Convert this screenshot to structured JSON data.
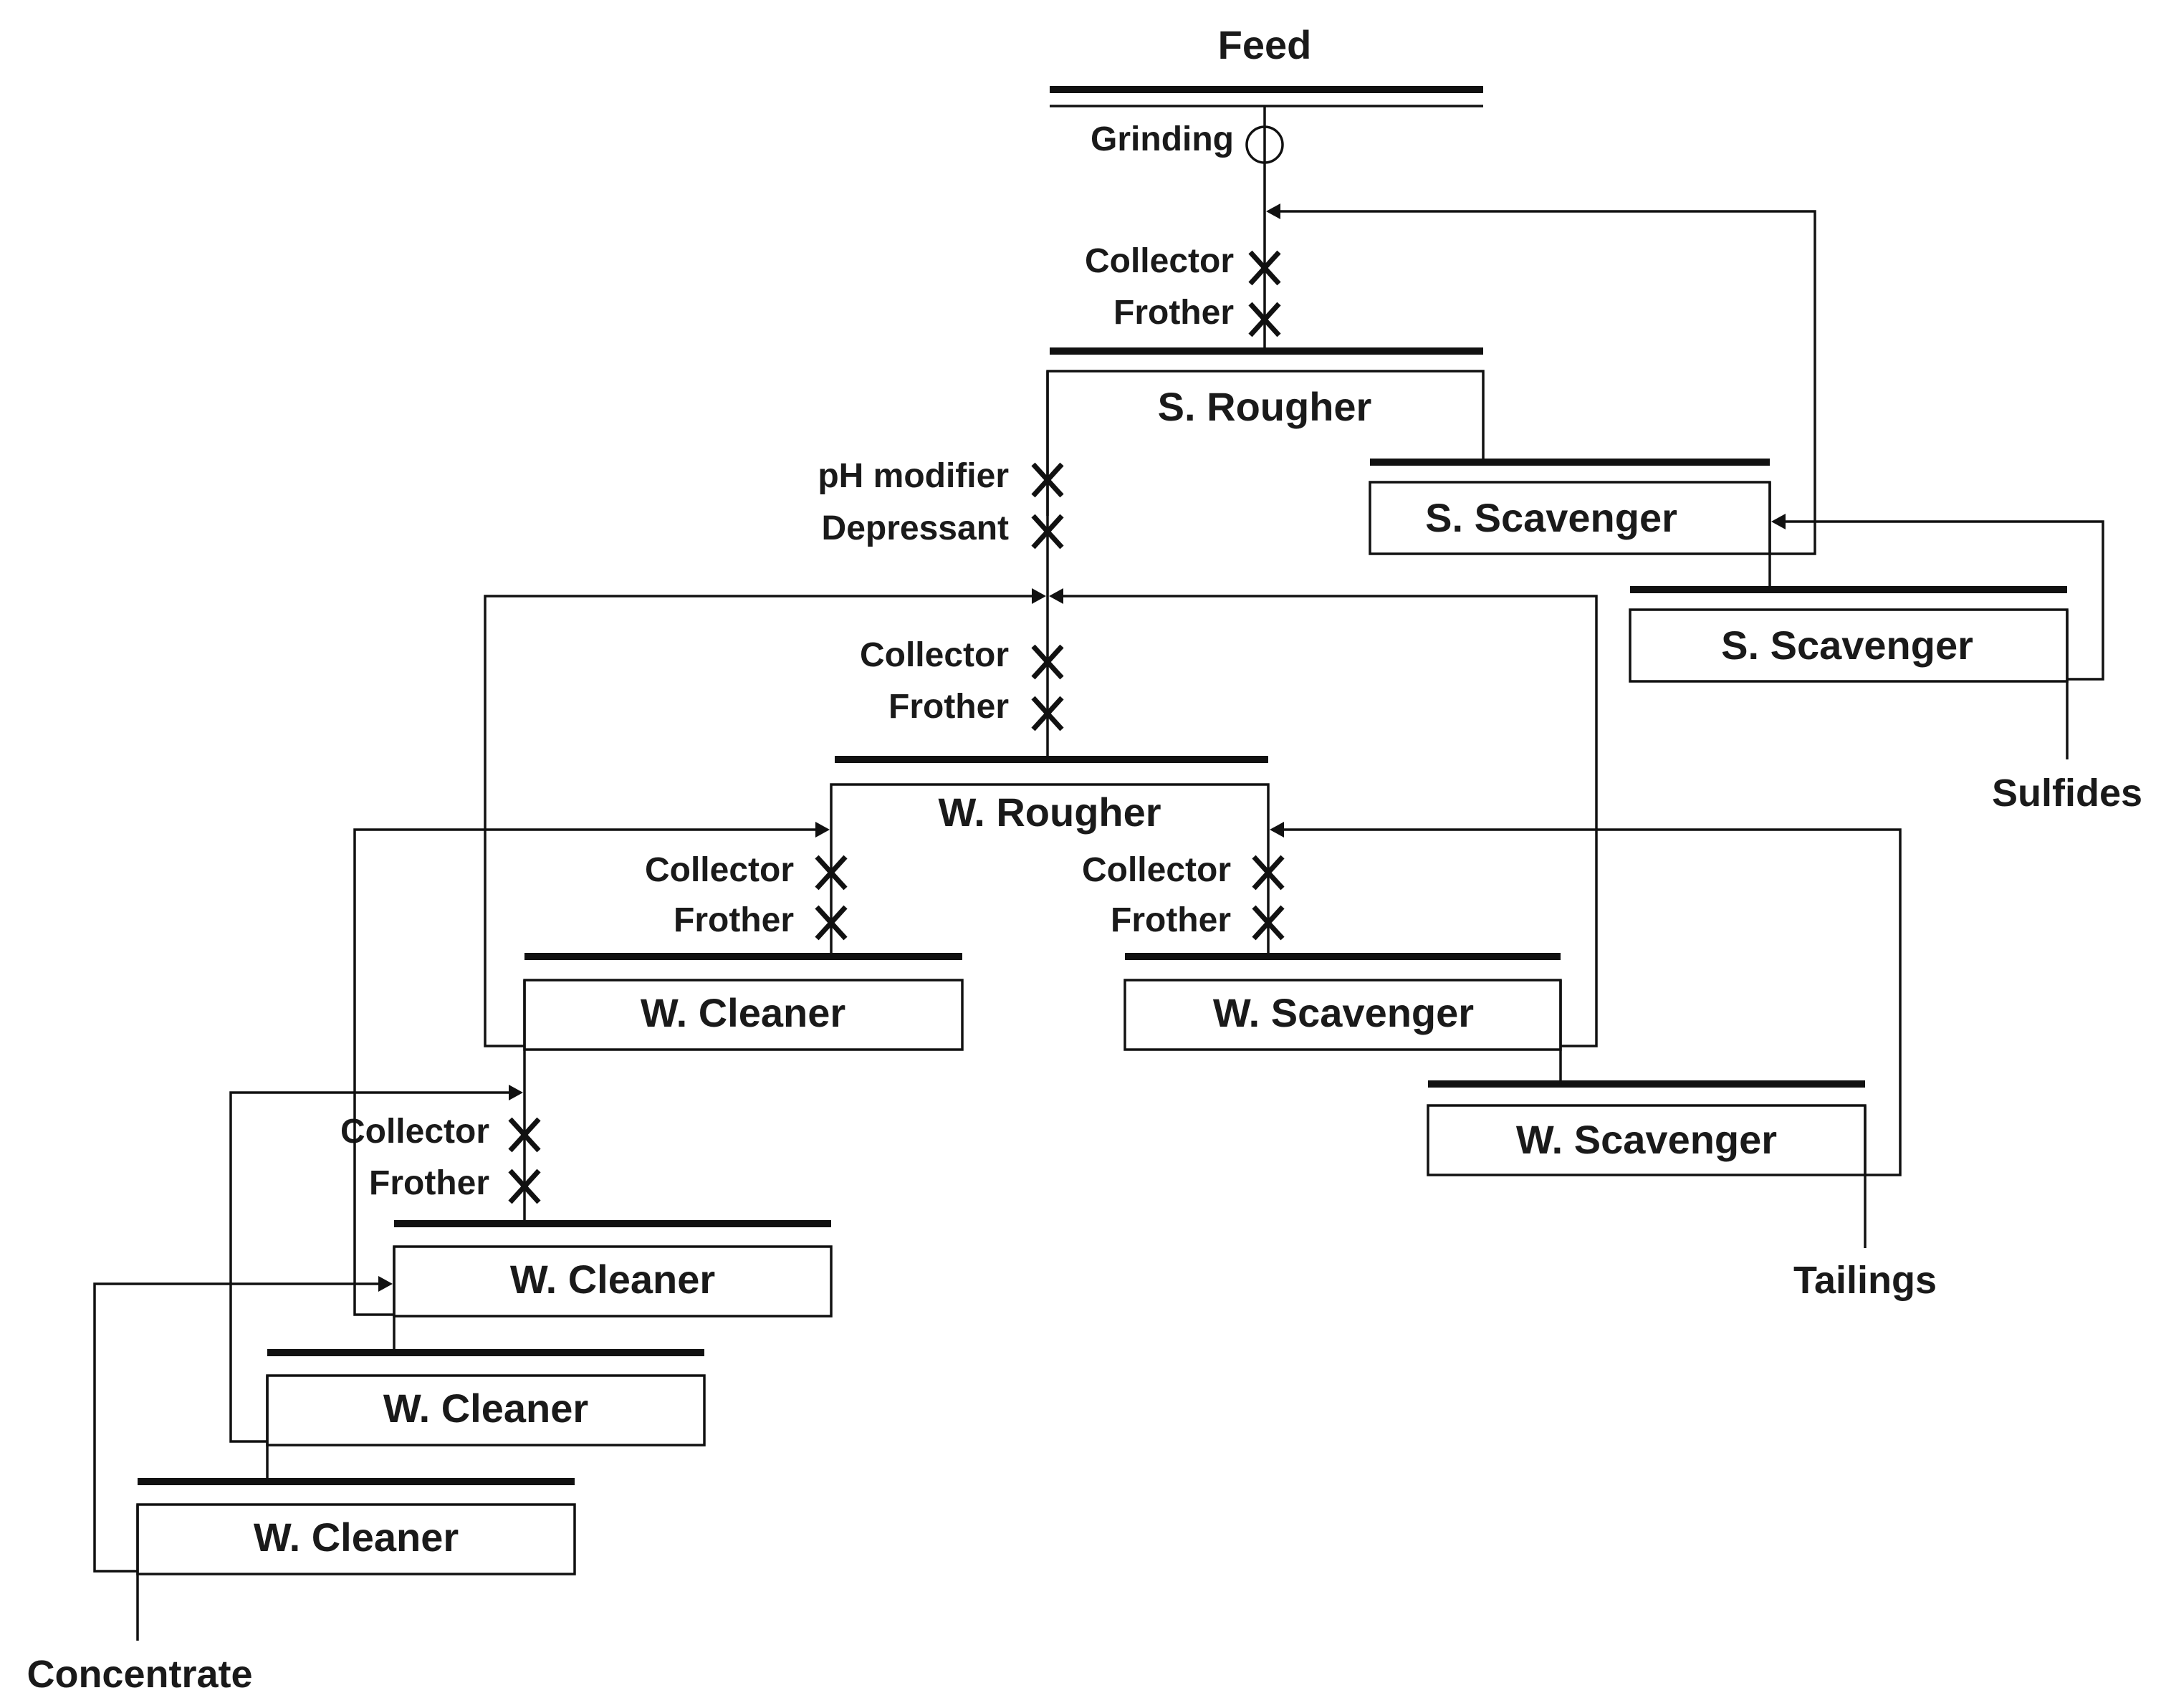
{
  "feed": {
    "label": "Feed"
  },
  "grinding": {
    "label": "Grinding"
  },
  "reagents": {
    "collector": "Collector",
    "frother": "Frother",
    "ph_modifier": "pH modifier",
    "depressant": "Depressant"
  },
  "units": {
    "s_rougher": "S. Rougher",
    "s_scavenger_1": "S. Scavenger",
    "s_scavenger_2": "S. Scavenger",
    "w_rougher": "W. Rougher",
    "w_cleaner_1": "W. Cleaner",
    "w_cleaner_2": "W. Cleaner",
    "w_cleaner_3": "W. Cleaner",
    "w_cleaner_4": "W. Cleaner",
    "w_scavenger_1": "W. Scavenger",
    "w_scavenger_2": "W. Scavenger"
  },
  "products": {
    "sulfides": "Sulfides",
    "tailings": "Tailings",
    "concentrate": "Concentrate"
  }
}
